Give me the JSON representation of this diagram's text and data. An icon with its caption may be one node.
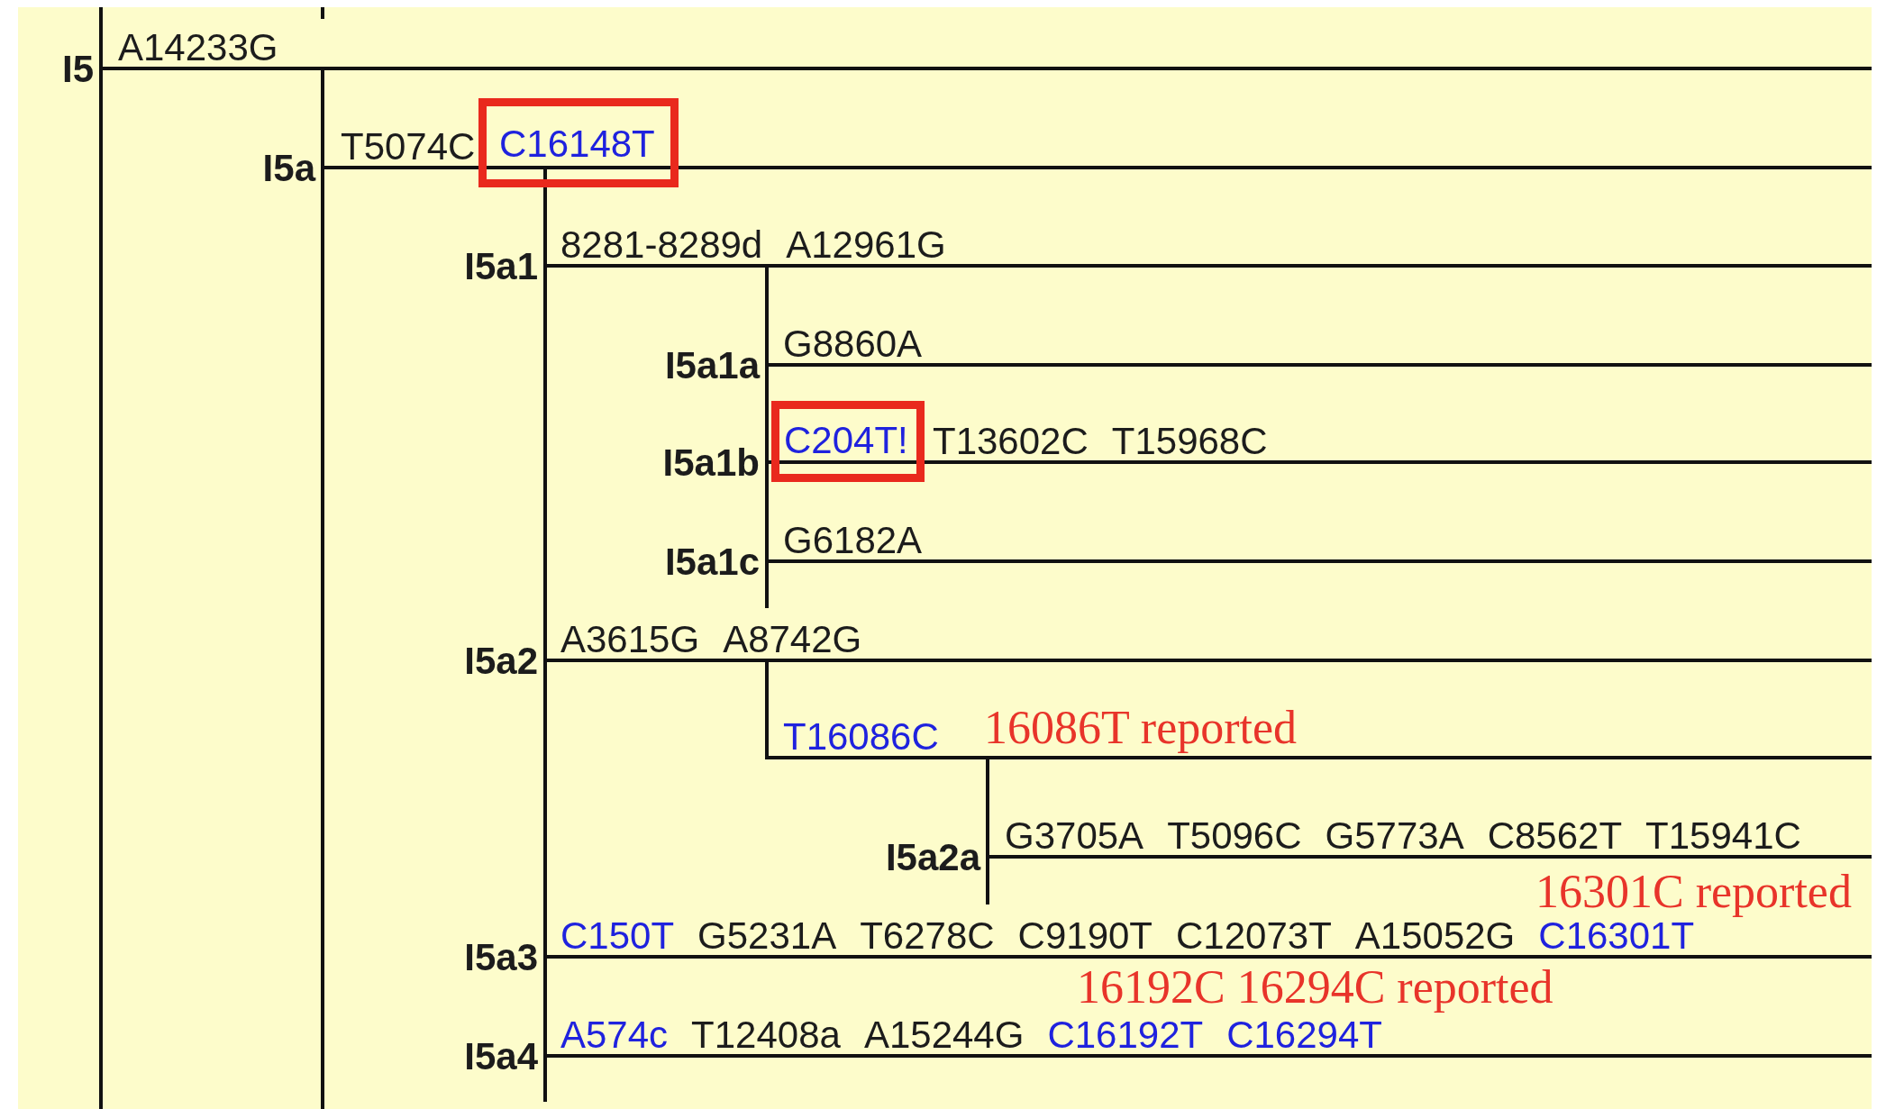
{
  "diagram": {
    "nodes": [
      {
        "text": [
          "I5"
        ],
        "beside": [
          "A14233G"
        ]
      },
      {
        "text": [
          "I5a",
          "T5074C",
          "C16148T"
        ]
      },
      {
        "text": [
          "I5a1"
        ],
        "beside": [
          "8281-8289d",
          "A12961G"
        ]
      },
      {
        "text": [
          "I5a1a"
        ],
        "beside": [
          "G8860A"
        ]
      },
      {
        "text": [
          "I5a1b",
          "C204T!",
          "T13602C",
          "T15968C"
        ]
      },
      {
        "text": [
          "I5a1c"
        ],
        "beside": [
          "G6182A"
        ]
      },
      {
        "text": [
          "I5a2"
        ],
        "beside": [
          "A3615G",
          "A8742G"
        ]
      },
      {
        "text": [],
        "shape": "bar",
        "beside": [
          "T16086C"
        ]
      },
      {
        "text": [
          "I5a2a"
        ],
        "beside": [
          "G3705A",
          "T5096C",
          "G5773A",
          "C8562T",
          "T15941C"
        ]
      },
      {
        "text": [
          "I5a3"
        ],
        "beside": [
          "C150T",
          "G5231A",
          "T6278C",
          "C9190T",
          "C12073T",
          "A15052G",
          "C16301T"
        ]
      },
      {
        "text": [
          "I5a4"
        ],
        "beside": [
          "A574c",
          "T12408a",
          "A15244G",
          "C16192T",
          "C16294T"
        ]
      }
    ],
    "edges": [
      {
        "from": null,
        "to": 0,
        "arrow": "none"
      },
      {
        "from": 0,
        "to": 1,
        "arrow": "none"
      },
      {
        "from": 1,
        "to": 2,
        "arrow": "none"
      },
      {
        "from": 1,
        "to": 6,
        "arrow": "none"
      },
      {
        "from": 1,
        "to": 9,
        "arrow": "none"
      },
      {
        "from": 1,
        "to": 10,
        "arrow": "none"
      },
      {
        "from": 2,
        "to": 3,
        "arrow": "none"
      },
      {
        "from": 2,
        "to": 4,
        "arrow": "none"
      },
      {
        "from": 2,
        "to": 5,
        "arrow": "none"
      },
      {
        "from": 6,
        "to": 7,
        "arrow": "none"
      },
      {
        "from": 7,
        "to": 8,
        "arrow": "none"
      }
    ],
    "labels": [
      "16086T reported",
      "16301C reported",
      "16192C 16294C reported"
    ]
  }
}
